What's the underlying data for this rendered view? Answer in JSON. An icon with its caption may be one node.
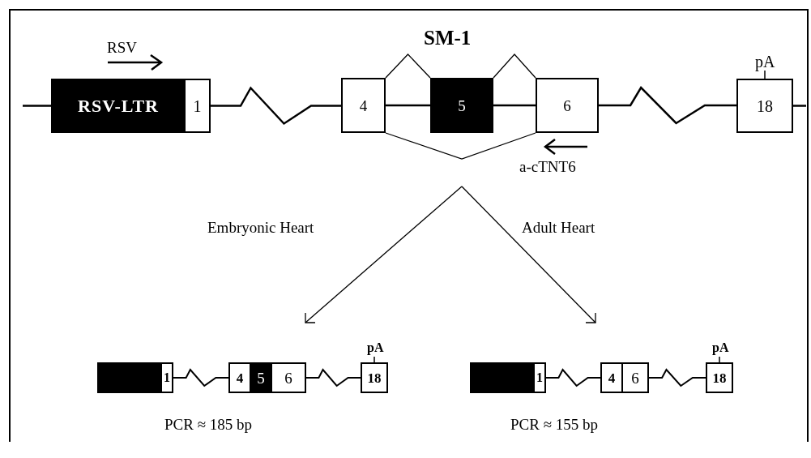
{
  "diagram": {
    "title": "SM-1",
    "nodes": [
      {
        "text": [
          "RSV-LTR"
        ]
      },
      {
        "text": [
          "1"
        ]
      },
      {
        "text": [
          "4"
        ]
      },
      {
        "text": [
          "5"
        ]
      },
      {
        "text": [
          "6"
        ]
      },
      {
        "text": [
          "18"
        ],
        "beside": [
          "pA"
        ]
      },
      {
        "text": [],
        "shape": "box"
      },
      {
        "text": [
          "1"
        ]
      },
      {
        "text": [
          "4"
        ]
      },
      {
        "text": [
          "5"
        ]
      },
      {
        "text": [
          "6"
        ]
      },
      {
        "text": [
          "18"
        ],
        "beside": [
          "pA"
        ]
      },
      {
        "text": [],
        "shape": "box"
      },
      {
        "text": [
          "1"
        ]
      },
      {
        "text": [
          "4"
        ]
      },
      {
        "text": [
          "6"
        ]
      },
      {
        "text": [
          "18"
        ],
        "beside": [
          "pA"
        ]
      }
    ],
    "edges": [
      {
        "from": null,
        "to": 0,
        "arrow": "none"
      },
      {
        "from": 1,
        "to": 2,
        "arrow": "none"
      },
      {
        "from": 2,
        "to": 3,
        "arrow": "none"
      },
      {
        "from": 3,
        "to": 4,
        "arrow": "none"
      },
      {
        "from": 4,
        "to": 5,
        "arrow": "none"
      },
      {
        "from": 5,
        "to": null,
        "arrow": "none"
      },
      {
        "from": 2,
        "to": 3,
        "arrow": "none"
      },
      {
        "from": 3,
        "to": 4,
        "arrow": "none"
      },
      {
        "from": 2,
        "to": 4,
        "arrow": "none"
      },
      {
        "from": 7,
        "to": 8,
        "arrow": "none"
      },
      {
        "from": 10,
        "to": 11,
        "arrow": "none"
      },
      {
        "from": 13,
        "to": 14,
        "arrow": "none"
      },
      {
        "from": 15,
        "to": 16,
        "arrow": "none"
      }
    ],
    "labels": [
      "RSV",
      "a-cTNT6",
      "Embryonic Heart",
      "Adult Heart",
      "PCR ≈ 185 bp",
      "PCR ≈ 155 bp"
    ]
  }
}
